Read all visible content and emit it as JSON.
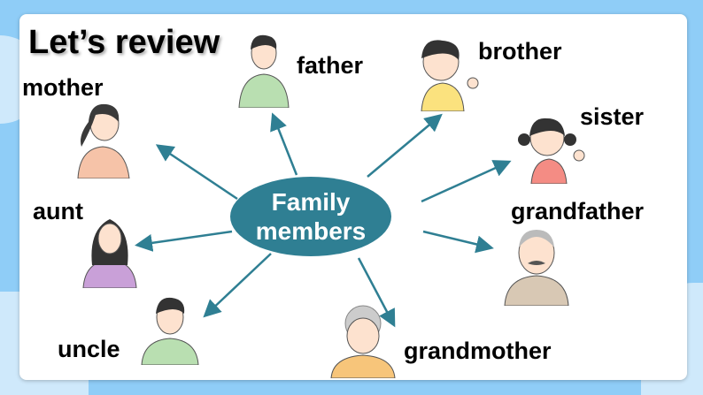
{
  "title": "Let’s review",
  "center": {
    "line1": "Family",
    "line2": "members",
    "color": "#2f7f93"
  },
  "members": [
    "mother",
    "father",
    "brother",
    "sister",
    "aunt",
    "grandfather",
    "uncle",
    "grandmother"
  ],
  "colors": {
    "background": "#8fcdf7",
    "arrow": "#2f7f93"
  }
}
